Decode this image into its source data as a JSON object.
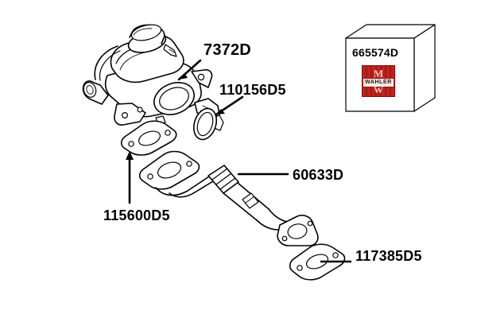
{
  "diagram": {
    "background_color": "#ffffff",
    "line_color": "#000000",
    "parts": [
      {
        "id": "egr-valve",
        "label": "7372D",
        "description": "EGR valve assembly"
      },
      {
        "id": "seal-ring",
        "label": "110156D5",
        "description": "O-ring seal"
      },
      {
        "id": "egr-pipe",
        "label": "60633D",
        "description": "EGR pipe with bellows"
      },
      {
        "id": "upper-gasket",
        "label": "115600D5",
        "description": "Flange gasket"
      },
      {
        "id": "lower-gasket",
        "label": "117385D5",
        "description": "Flange gasket"
      }
    ]
  },
  "package_box": {
    "part_number": "665574D",
    "brand_logo": {
      "wordmark": "WAHLER",
      "mark_top": "M",
      "mark_bottom": "W",
      "background_color": "#c0231c",
      "band_color": "#f2ece4"
    }
  }
}
